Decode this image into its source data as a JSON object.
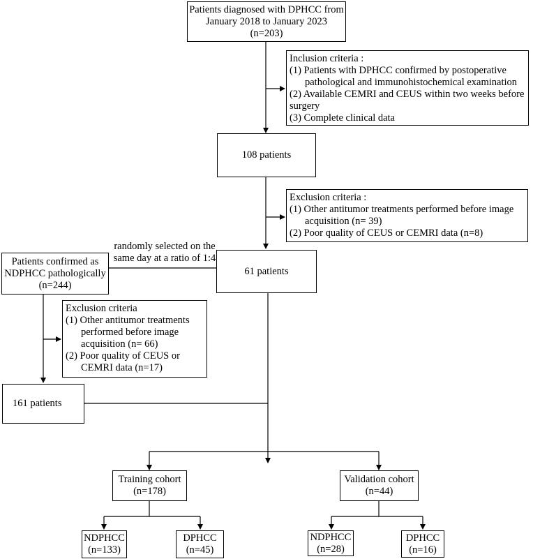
{
  "nodes": {
    "start": {
      "lines": [
        "Patients diagnosed with DPHCC from",
        "January 2018 to January 2023",
        "(n=203)"
      ]
    },
    "inclusion": {
      "title": "Inclusion criteria :",
      "items": [
        {
          "num": "(1)",
          "text": "Patients with DPHCC confirmed by postoperative",
          "cont": "pathological and immunohistochemical examination"
        },
        {
          "num": "(2)",
          "text": "Available CEMRI and CEUS within two weeks before",
          "cont": "surgery"
        },
        {
          "num": "(3)",
          "text": "Complete clinical data",
          "cont": ""
        }
      ]
    },
    "n108": {
      "text": "108 patients"
    },
    "exclusion1": {
      "title": "Exclusion criteria :",
      "items": [
        {
          "num": "(1)",
          "text": "Other antitumor treatments performed before image",
          "cont": "acquisition (n= 39)"
        },
        {
          "num": "(2)",
          "text": "Poor quality of CEUS or CEMRI data (n=8)",
          "cont": ""
        }
      ]
    },
    "n61": {
      "text": "61 patients"
    },
    "ndphcc_source": {
      "lines": [
        "Patients confirmed as",
        "NDPHCC pathologically",
        "(n=244)"
      ]
    },
    "exclusion2": {
      "title": "Exclusion criteria",
      "items": [
        {
          "num": "(1)",
          "text": "Other antitumor treatments",
          "cont1": "performed before image",
          "cont2": "acquisition (n= 66)"
        },
        {
          "num": "(2)",
          "text": "Poor quality of CEUS or",
          "cont1": "CEMRI data (n=17)",
          "cont2": ""
        }
      ]
    },
    "n161": {
      "text": "161 patients"
    },
    "training": {
      "lines": [
        "Training cohort",
        "(n=178)"
      ]
    },
    "validation": {
      "lines": [
        "Validation cohort",
        "(n=44)"
      ]
    },
    "train_nd": {
      "lines": [
        "NDPHCC",
        "(n=133)"
      ]
    },
    "train_d": {
      "lines": [
        "DPHCC",
        "(n=45)"
      ]
    },
    "val_nd": {
      "lines": [
        "NDPHCC",
        "(n=28)"
      ]
    },
    "val_d": {
      "lines": [
        "DPHCC",
        "(n=16)"
      ]
    }
  },
  "edge_label": {
    "lines": [
      "randomly selected on the",
      "same day at a ratio of 1:4"
    ]
  }
}
